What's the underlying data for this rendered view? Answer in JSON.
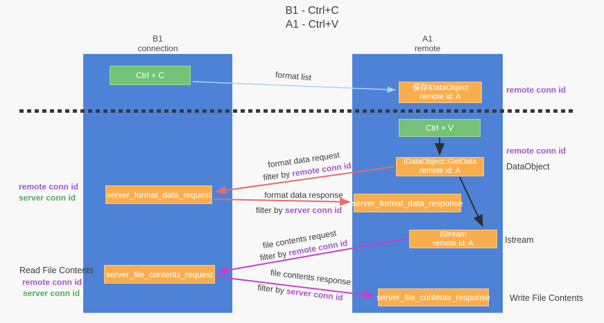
{
  "title": {
    "line1": "B1 - Ctrl+C",
    "line2": "A1 - Ctrl+V"
  },
  "lanes": {
    "b1": {
      "title": "B1",
      "subtitle": "connection"
    },
    "a1": {
      "title": "A1",
      "subtitle": "remote"
    }
  },
  "nodes": {
    "ctrl_c": {
      "label": "Ctrl + C"
    },
    "save_idataobject": {
      "line1": "保存IDataObject",
      "line2": "remote id: A"
    },
    "ctrl_v": {
      "label": "Ctrl + V"
    },
    "getdata": {
      "line1": "IDataObject::GetData",
      "line2": "remote id: A"
    },
    "format_request": {
      "label": "server_format_data_request"
    },
    "format_response": {
      "label": "server_format_data_response"
    },
    "istream": {
      "line1": "IStream",
      "line2": "remote id: A"
    },
    "file_request": {
      "label": "server_file_contents_request"
    },
    "file_response": {
      "label": "server_file_contents_response"
    }
  },
  "edge_labels": {
    "format_list": "format list",
    "format_data_request": "format data request",
    "format_data_response": "format data response",
    "file_contents_request": "file contents request",
    "file_contents_response": "file contents response",
    "filter_by": "filter by",
    "remote_conn_id": "remote conn id",
    "server_conn_id": "server conn id"
  },
  "side_labels": {
    "remote_conn_id": "remote conn id",
    "server_conn_id": "server conn id",
    "dataobject": "DataObject",
    "istream": "Istream",
    "read_file_contents": "Read File Contents",
    "write_file_contents": "Write File Contents"
  },
  "colors": {
    "lane_blue": "#4d82d6",
    "node_orange": "#f9ae4d",
    "node_green": "#74c377",
    "label_purple": "#a855cc",
    "label_green": "#55ab57",
    "arrow_red": "#e86c6e",
    "arrow_magenta": "#c83fc8",
    "arrow_lightblue": "#aad4f2",
    "arrow_black": "#2f2f2f",
    "background": "#f8f8f9"
  }
}
